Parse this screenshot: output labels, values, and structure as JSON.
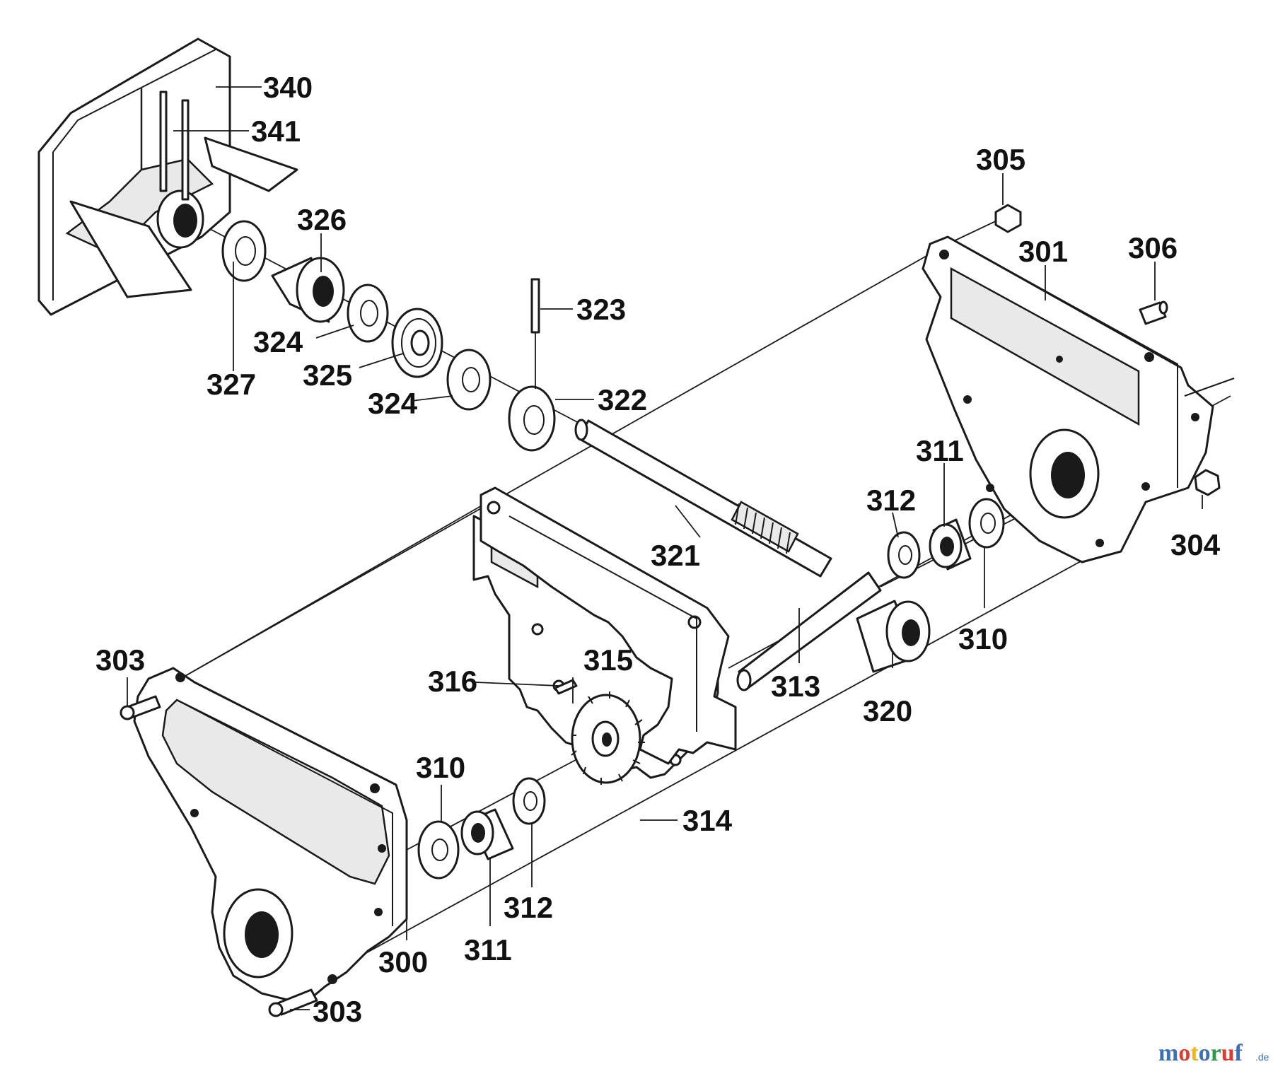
{
  "diagram": {
    "labels": {
      "l340": "340",
      "l341": "341",
      "l326": "326",
      "l327": "327",
      "l324a": "324",
      "l325": "325",
      "l324b": "324",
      "l323": "323",
      "l322": "322",
      "l305": "305",
      "l301": "301",
      "l306": "306",
      "l311a": "311",
      "l312a": "312",
      "l321": "321",
      "l304": "304",
      "l310a": "310",
      "l313": "313",
      "l320": "320",
      "l303a": "303",
      "l316": "316",
      "l315": "315",
      "l310b": "310",
      "l314": "314",
      "l312b": "312",
      "l311b": "311",
      "l300": "300",
      "l303b": "303"
    }
  },
  "watermark": {
    "brand": "motoruf",
    "tld": ".de",
    "colors": {
      "m": "#3d6fb6",
      "o1": "#e23b2e",
      "t": "#f2b41a",
      "o2": "#3d6fb6",
      "r": "#2e9a48",
      "u": "#e23b2e",
      "f": "#3d6fb6"
    }
  }
}
